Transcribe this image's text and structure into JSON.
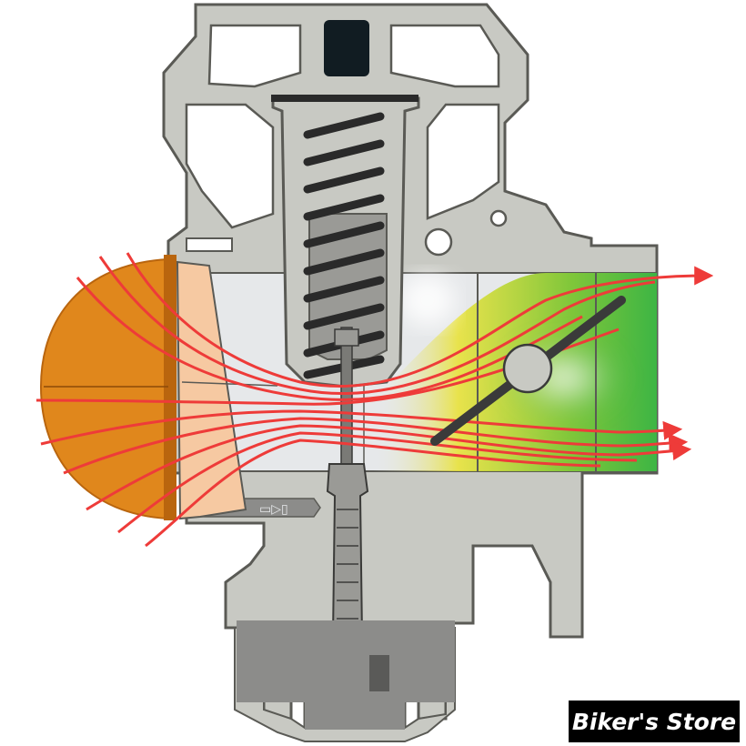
{
  "diagram": {
    "components": [
      "air-filter",
      "inlet-funnel",
      "carburetor-body",
      "float-chamber-lid",
      "vacuum-slide-spring",
      "vacuum-piston",
      "jet-needle",
      "main-jet-needle-assembly",
      "float-bowl",
      "venturi",
      "butterfly-throttle",
      "fuel-air-mixture",
      "airflow-arrows"
    ],
    "colors": {
      "body": "#c8c9c3",
      "body_stroke": "#5a5a55",
      "filter": "#e0871c",
      "filter_dark": "#b9650e",
      "funnel": "#f6c9a2",
      "spring": "#2a2a2a",
      "needle": "#7a7a76",
      "bowl_fuel": "#8c8c8a",
      "venturi_bg": "#e6e8ea",
      "mixture_yellow": "#e8e23a",
      "mixture_green": "#3db544",
      "arrows": "#ee3b39",
      "throttle_plate": "#3a3a3a"
    },
    "airflow_arrow_count": 9
  },
  "watermark": {
    "text": "Biker's Store"
  }
}
